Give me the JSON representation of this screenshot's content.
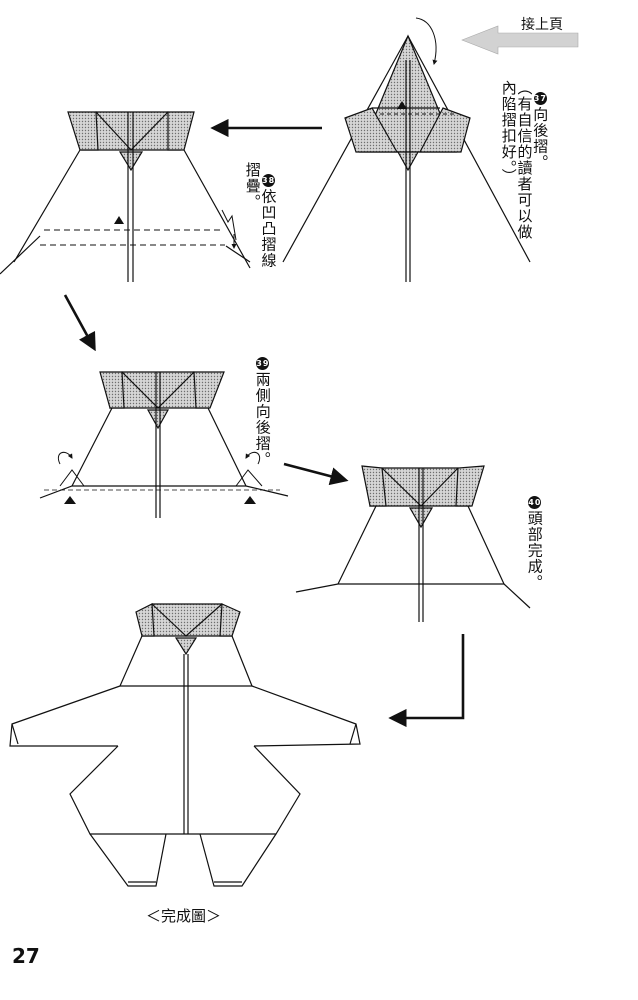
{
  "header": {
    "continued_label": "接上頁"
  },
  "steps": [
    {
      "num": "37",
      "text": "向後摺。\n（有自信的讀者可以做\n內陷摺扣好。）"
    },
    {
      "num": "38",
      "text": "依凹凸摺線\n摺疊。"
    },
    {
      "num": "39",
      "text": "兩側向後摺。"
    },
    {
      "num": "40",
      "text": "頭部完成。"
    }
  ],
  "final_caption": "＜完成圖＞",
  "page_number": "27",
  "colors": {
    "line": "#111111",
    "shade": "#bdbdbd",
    "arrow_light": "#cccccc"
  }
}
